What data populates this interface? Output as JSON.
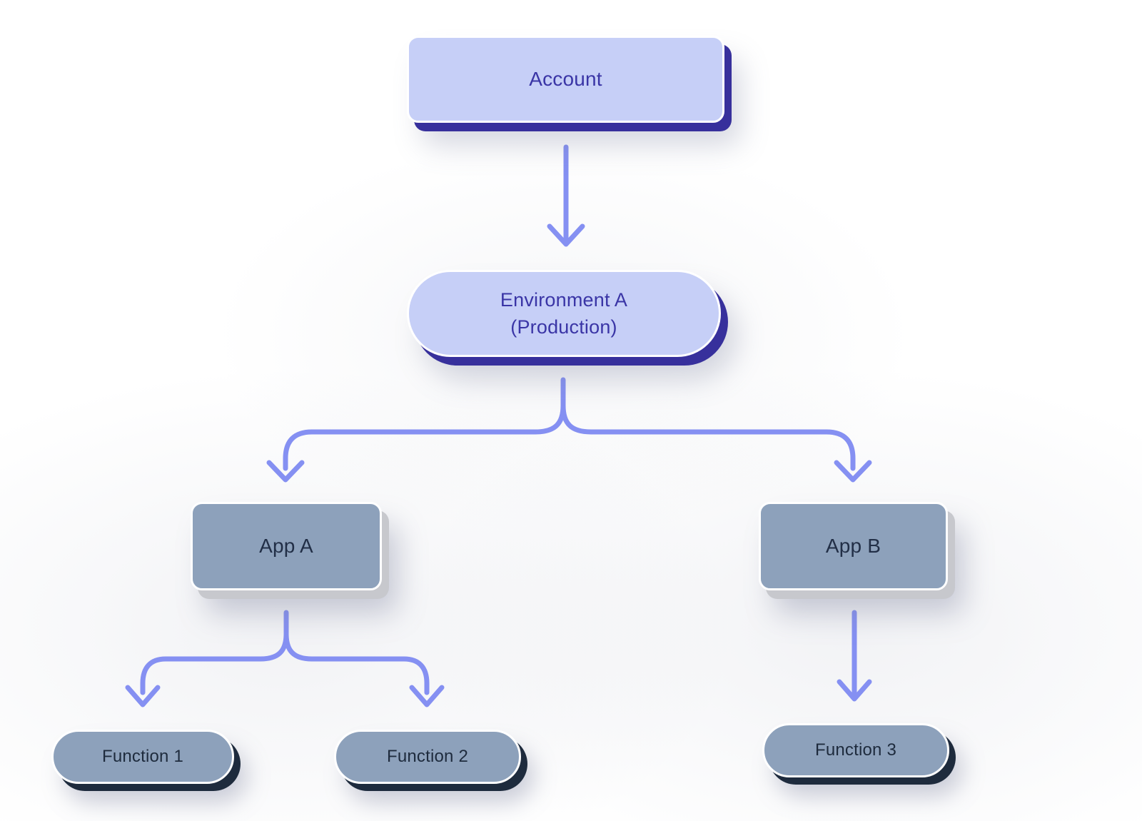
{
  "diagram": {
    "nodes": {
      "account": {
        "label": "Account"
      },
      "environment": {
        "label_line1": "Environment A",
        "label_line2": "(Production)"
      },
      "app_a": {
        "label": "App A"
      },
      "app_b": {
        "label": "App B"
      },
      "function_1": {
        "label": "Function 1"
      },
      "function_2": {
        "label": "Function 2"
      },
      "function_3": {
        "label": "Function 3"
      }
    },
    "edges": [
      {
        "from": "Account",
        "to": "Environment A (Production)"
      },
      {
        "from": "Environment A (Production)",
        "to": "App A"
      },
      {
        "from": "Environment A (Production)",
        "to": "App B"
      },
      {
        "from": "App A",
        "to": "Function 1"
      },
      {
        "from": "App A",
        "to": "Function 2"
      },
      {
        "from": "App B",
        "to": "Function 3"
      }
    ],
    "colors": {
      "primary_fill": "#c6cff7",
      "primary_shadow": "#37309c",
      "primary_text": "#3a35a6",
      "secondary_fill": "#8da1bb",
      "secondary_shadow_gray": "#c7c8cd",
      "secondary_shadow_dark": "#1e2b3d",
      "secondary_text": "#222f47",
      "arrow": "#8590f2",
      "background": "#ffffff"
    }
  }
}
